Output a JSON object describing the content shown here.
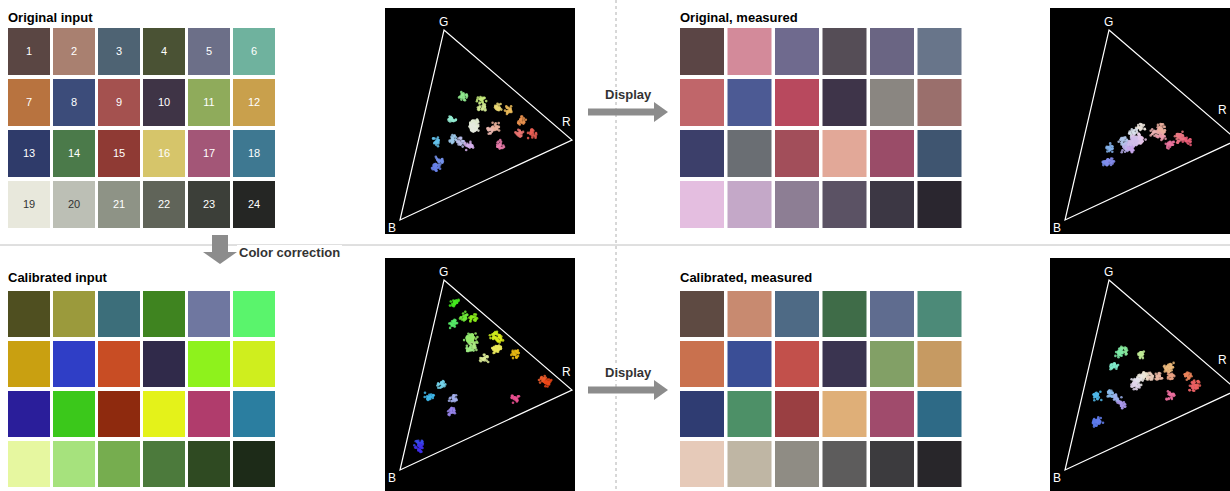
{
  "diagram": {
    "nodes": [
      {
        "text": [
          "Original input"
        ]
      },
      {
        "text": [
          "1"
        ],
        "in": 0
      },
      {
        "text": [
          "2"
        ],
        "in": 0
      },
      {
        "text": [
          "3"
        ],
        "in": 0
      },
      {
        "text": [
          "4"
        ],
        "in": 0
      },
      {
        "text": [
          "5"
        ],
        "in": 0
      },
      {
        "text": [
          "6"
        ],
        "in": 0
      },
      {
        "text": [
          "7"
        ],
        "in": 0
      },
      {
        "text": [
          "8"
        ],
        "in": 0
      },
      {
        "text": [
          "9"
        ],
        "in": 0
      },
      {
        "text": [
          "10"
        ],
        "in": 0
      },
      {
        "text": [
          "11"
        ],
        "in": 0
      },
      {
        "text": [
          "12"
        ],
        "in": 0
      },
      {
        "text": [
          "13"
        ],
        "in": 0
      },
      {
        "text": [
          "14"
        ],
        "in": 0
      },
      {
        "text": [
          "15"
        ],
        "in": 0
      },
      {
        "text": [
          "16"
        ],
        "in": 0
      },
      {
        "text": [
          "17"
        ],
        "in": 0
      },
      {
        "text": [
          "18"
        ],
        "in": 0
      },
      {
        "text": [
          "19"
        ],
        "in": 0
      },
      {
        "text": [
          "20"
        ],
        "in": 0
      },
      {
        "text": [
          "21"
        ],
        "in": 0
      },
      {
        "text": [
          "22"
        ],
        "in": 0
      },
      {
        "text": [
          "23"
        ],
        "in": 0
      },
      {
        "text": [
          "24"
        ],
        "in": 0
      },
      {
        "text": [
          "Original, measured"
        ]
      },
      {
        "text": [
          "Calibrated input"
        ]
      },
      {
        "text": [
          "Calibrated, measured"
        ]
      }
    ],
    "edges": [
      {
        "from": 0,
        "to": 25,
        "arrow": "to",
        "label": "Display"
      },
      {
        "from": 0,
        "to": 26,
        "arrow": "to",
        "label": "Color correction"
      },
      {
        "from": 26,
        "to": 27,
        "arrow": "to",
        "label": "Display"
      }
    ],
    "labels": [
      "G",
      "R",
      "B",
      "G",
      "R",
      "B",
      "G",
      "R",
      "B",
      "G",
      "R",
      "B"
    ]
  }
}
